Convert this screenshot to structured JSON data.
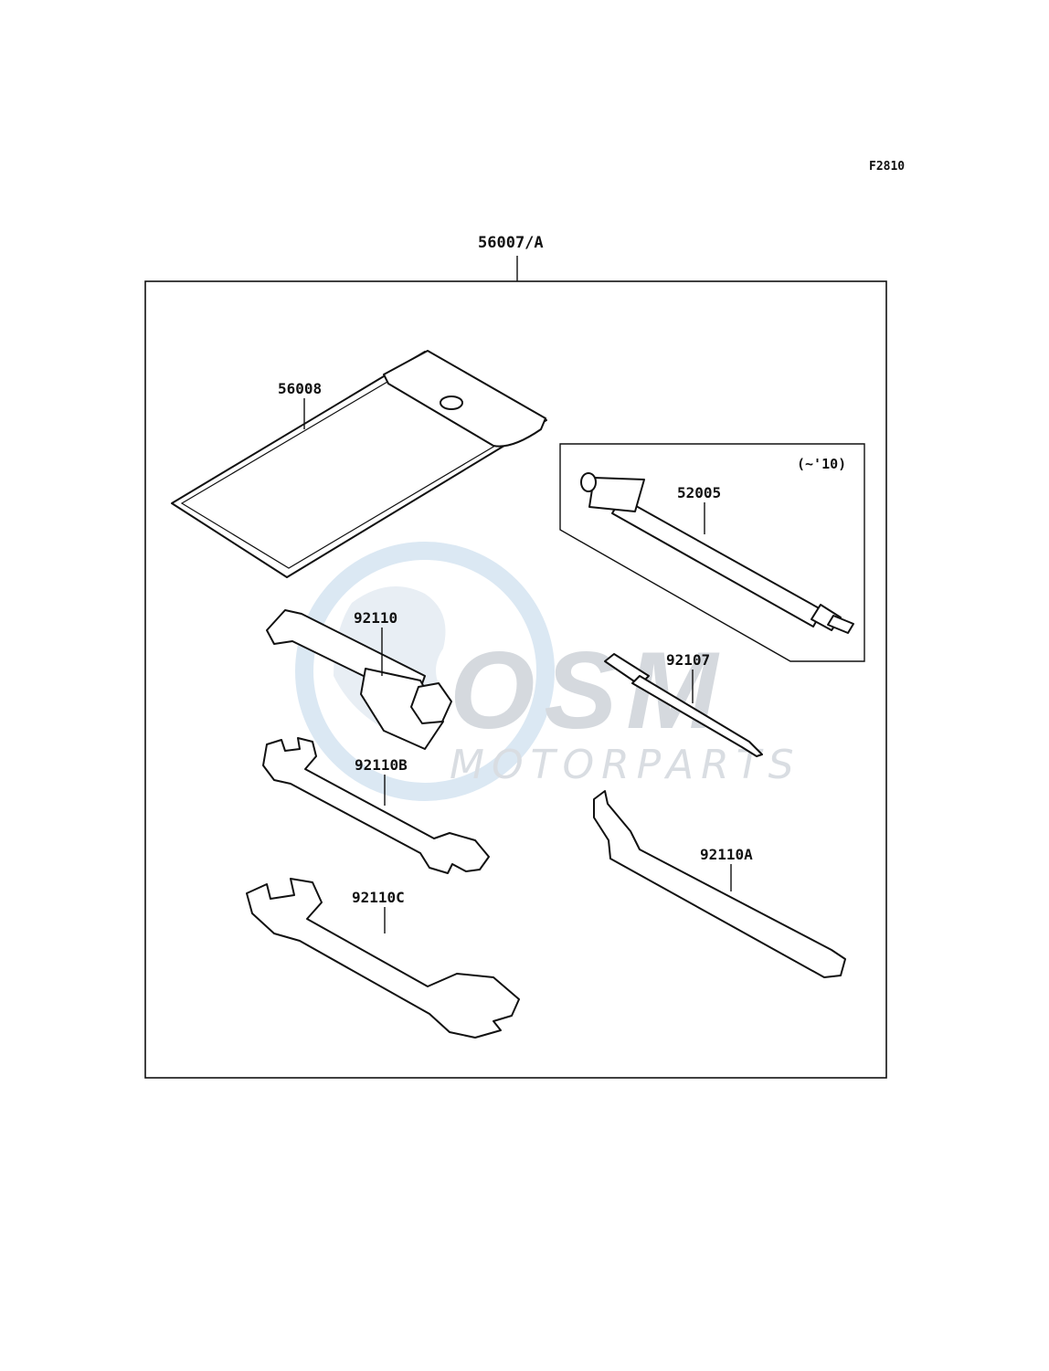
{
  "figure_code": "F2810",
  "kit_label": "56007/A",
  "variant_note": "(~'10)",
  "watermark": {
    "main": "OSM",
    "sub": "MOTORPARTS"
  },
  "parts": [
    {
      "id": "pouch",
      "label": "56008"
    },
    {
      "id": "tire-pressure-gauge",
      "label": "52005"
    },
    {
      "id": "plug-wrench",
      "label": "92110"
    },
    {
      "id": "screwdriver",
      "label": "92107"
    },
    {
      "id": "wrench-b",
      "label": "92110B"
    },
    {
      "id": "hook-wrench",
      "label": "92110A"
    },
    {
      "id": "wrench-c",
      "label": "92110C"
    }
  ]
}
